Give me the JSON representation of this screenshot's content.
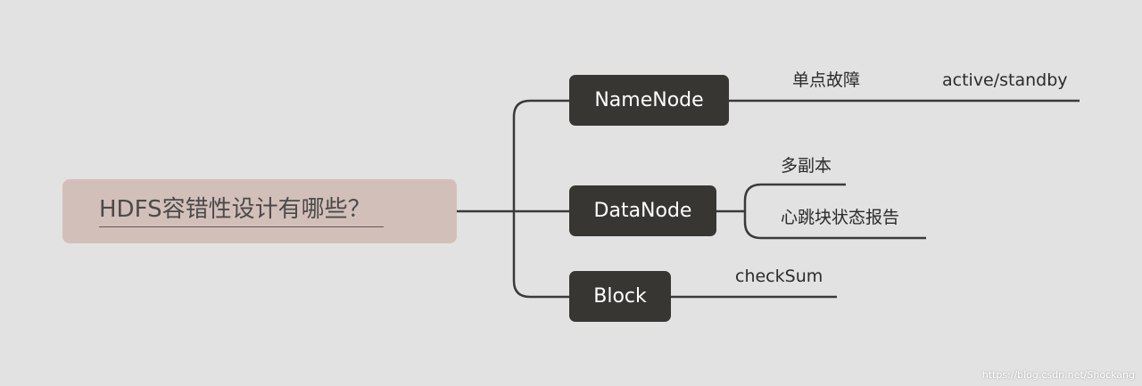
{
  "root": {
    "label": "HDFS容错性设计有哪些？"
  },
  "branches": [
    {
      "label": "NameNode",
      "children": [
        "单点故障",
        "active/standby"
      ]
    },
    {
      "label": "DataNode",
      "children": [
        "多副本",
        "心跳块状态报告"
      ]
    },
    {
      "label": "Block",
      "children": [
        "checkSum"
      ]
    }
  ],
  "watermark": "https://blog.csdn.net/Shockang",
  "colors": {
    "background": "#e2e2e2",
    "root_fill": "#d3bfb9",
    "node_fill": "#373632",
    "node_text": "#ffffff",
    "line": "#3a3a3a"
  }
}
